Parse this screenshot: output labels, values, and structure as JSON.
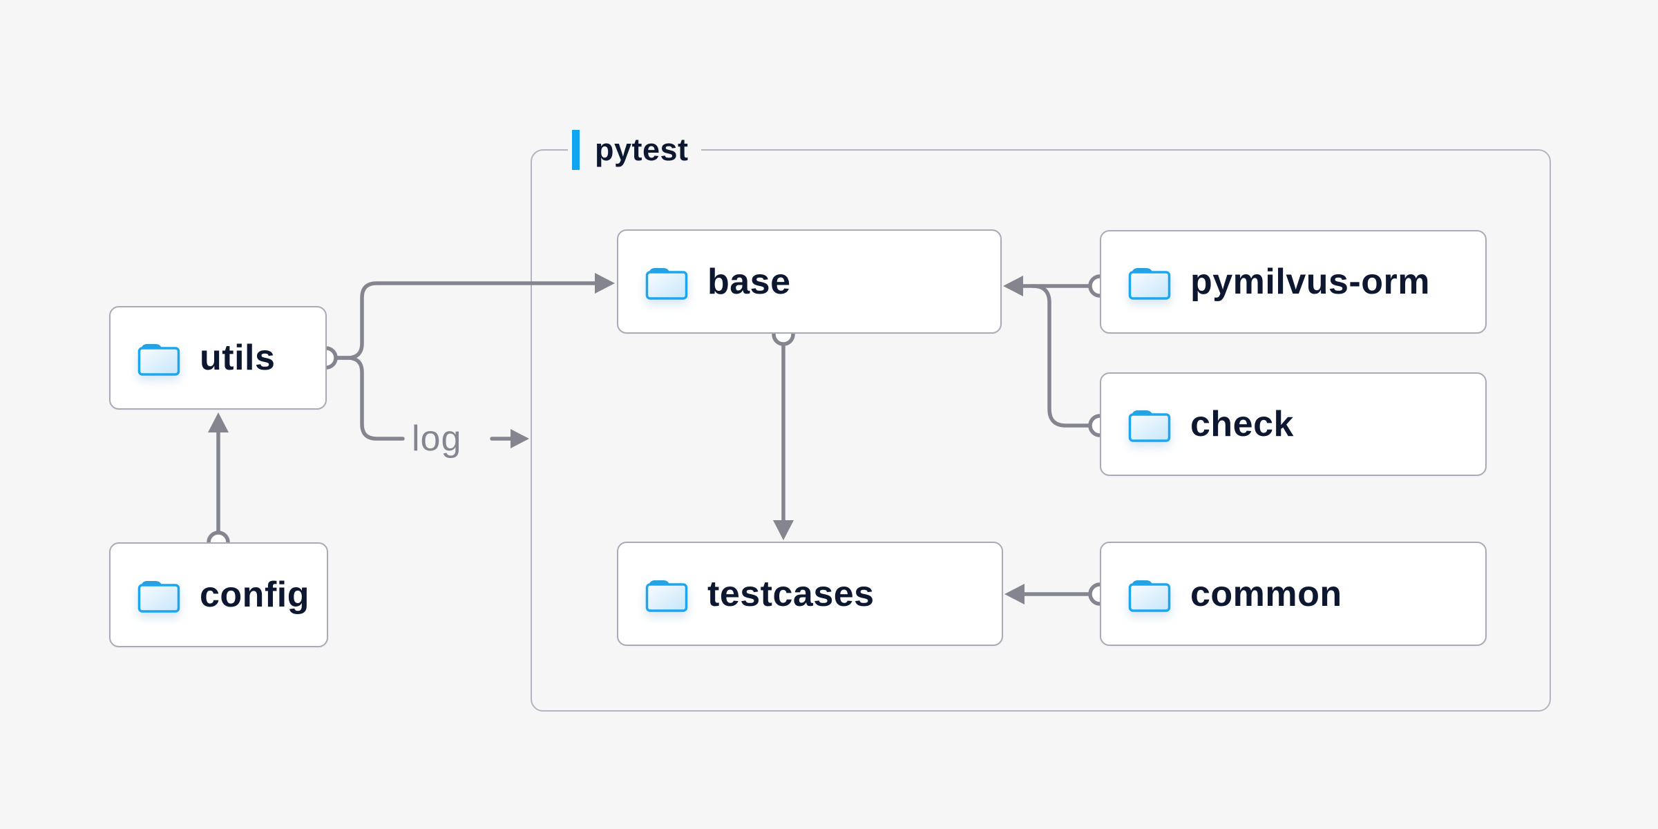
{
  "group": {
    "label": "pytest"
  },
  "nodes": {
    "utils": {
      "label": "utils",
      "icon": "folder-icon"
    },
    "config": {
      "label": "config",
      "icon": "folder-icon"
    },
    "base": {
      "label": "base",
      "icon": "folder-icon"
    },
    "pymilvus": {
      "label": "pymilvus-orm",
      "icon": "folder-icon"
    },
    "check": {
      "label": "check",
      "icon": "folder-icon"
    },
    "testcases": {
      "label": "testcases",
      "icon": "folder-icon"
    },
    "common": {
      "label": "common",
      "icon": "folder-icon"
    }
  },
  "edges": {
    "log_label": "log",
    "connections": [
      {
        "from": "config",
        "to": "utils"
      },
      {
        "from": "utils",
        "to": "base"
      },
      {
        "from": "utils",
        "to": "log"
      },
      {
        "from": "pymilvus-orm",
        "to": "base"
      },
      {
        "from": "check",
        "to": "base"
      },
      {
        "from": "base",
        "to": "testcases"
      },
      {
        "from": "common",
        "to": "testcases"
      }
    ]
  },
  "colors": {
    "background": "#f6f6f7",
    "accent_blue": "#12a4ef",
    "folder_stroke": "#1ba6ef",
    "text_navy": "#0d1830",
    "line_gray": "#84858f",
    "node_border": "#a8aab5",
    "group_border": "#b3b4c0"
  }
}
